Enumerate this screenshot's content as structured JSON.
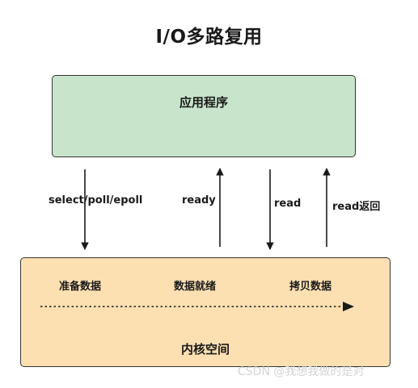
{
  "title": "I/O多路复用",
  "application": {
    "label": "应用程序",
    "fill": "#c8e5cb"
  },
  "kernel": {
    "label": "内核空间",
    "fill": "#fde0b2",
    "stages": [
      "准备数据",
      "数据就绪",
      "拷贝数据"
    ]
  },
  "arrows": [
    {
      "label": "select/poll/epoll",
      "direction": "down"
    },
    {
      "label": "ready",
      "direction": "up"
    },
    {
      "label": "read",
      "direction": "down"
    },
    {
      "label": "read返回",
      "direction": "up"
    }
  ],
  "watermark": "CSDN @我想我做的是对"
}
